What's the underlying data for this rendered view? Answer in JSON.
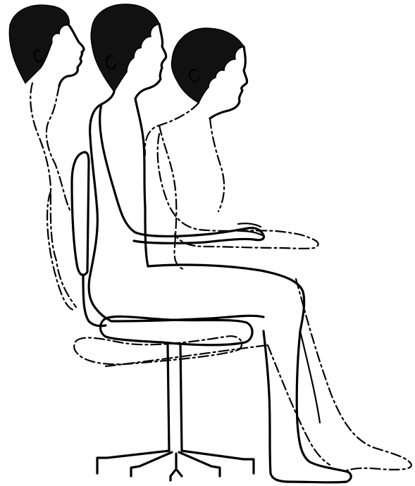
{
  "figure": {
    "ink_color": "#000000",
    "background_color": "#ffffff",
    "postures": [
      {
        "id": "reclined",
        "line_style": "dash-dot"
      },
      {
        "id": "upright",
        "line_style": "solid"
      },
      {
        "id": "forward-lean",
        "line_style": "dash-dot"
      }
    ],
    "chair_line_style": "solid"
  }
}
